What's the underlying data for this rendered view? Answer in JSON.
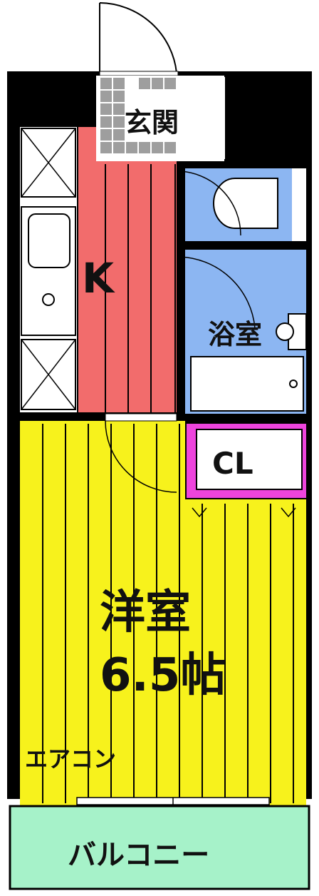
{
  "floor_plan": {
    "rooms": {
      "entrance": {
        "label": "玄関",
        "color": "#9e9e9e"
      },
      "kitchen": {
        "label": "K",
        "color": "#f26c6c"
      },
      "bathroom": {
        "label": "浴室",
        "color": "#8cb6f2"
      },
      "toilet": {
        "label": "",
        "color": "#8cb6f2"
      },
      "closet": {
        "label": "CL",
        "color": "#ee44dd"
      },
      "western_room": {
        "label": "洋室",
        "size_label": "6.5帖",
        "color": "#f7f21c"
      },
      "balcony": {
        "label": "バルコニー",
        "color": "#a6f2c9"
      }
    },
    "annotations": {
      "air_conditioner": "エアコン"
    },
    "wall_color": "#000000"
  }
}
